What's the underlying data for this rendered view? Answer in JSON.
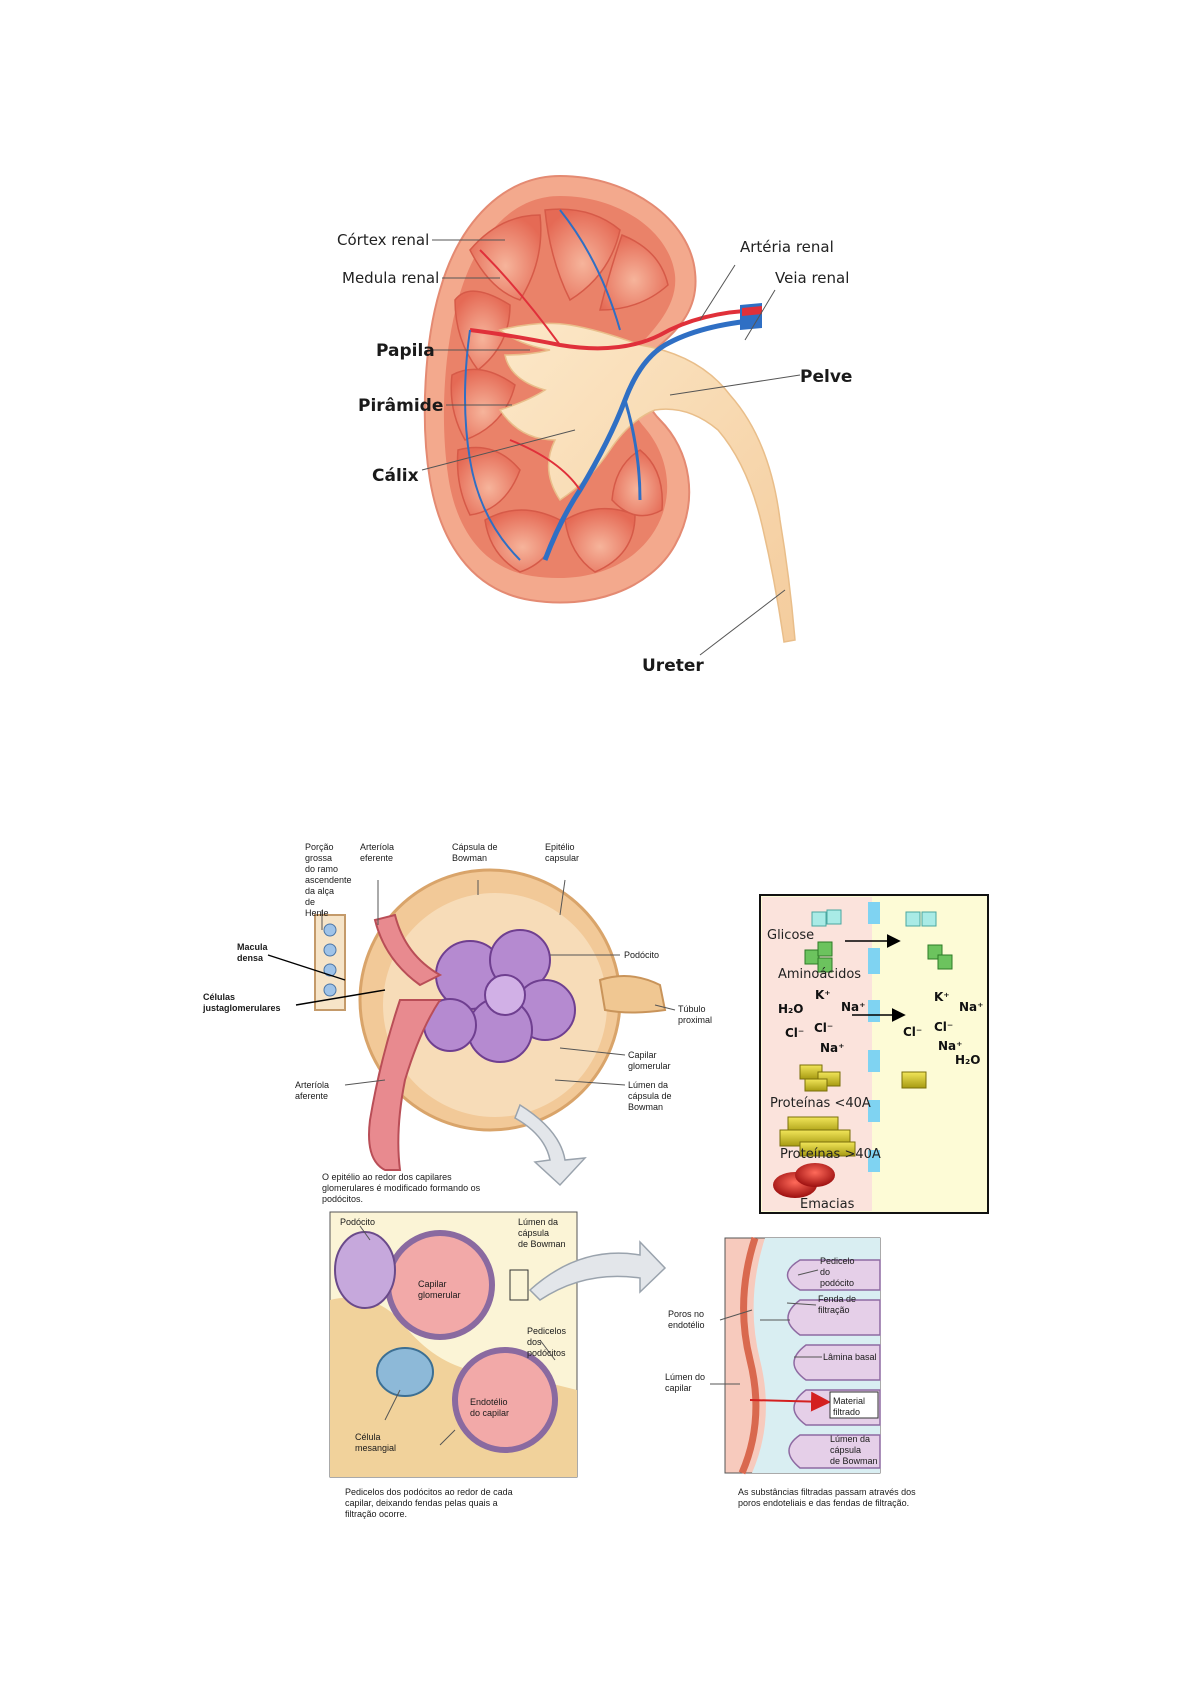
{
  "kidney": {
    "labels": {
      "cortex": "Córtex renal",
      "medulla": "Medula renal",
      "papilla": "Papila",
      "pyramid": "Pirâmide",
      "calyx": "Cálix",
      "artery": "Artéria renal",
      "vein": "Veia renal",
      "pelvis": "Pelve",
      "ureter": "Ureter"
    },
    "colors": {
      "cortex": "#f2a487",
      "medulla": "#ea7a62",
      "pelvis": "#f9dcb4",
      "artery": "#e0303a",
      "vein": "#2f6fc4"
    }
  },
  "glomerulus": {
    "labels": {
      "thick_limb": "Porção grossa do ramo ascendente da alça de Henle",
      "efferent": "Arteríola eferente",
      "bowman_capsule": "Cápsula de Bowman",
      "capsular_epithelium": "Epitélio capsular",
      "macula_densa": "Macula densa",
      "juxtaglomerular": "Células justaglomerulares",
      "podocyte": "Podócito",
      "proximal_tubule": "Túbulo proximal",
      "glomerular_capillary": "Capilar glomerular",
      "bowman_lumen": "Lúmen da cápsula de Bowman",
      "afferent": "Arteríola aferente"
    },
    "caption": "O epitélio ao redor dos capilares glomerulares é modificado formando os podócitos."
  },
  "filtration_box": {
    "glucose": "Glicose",
    "amino_acids": "Aminoácidos",
    "ions_left": [
      "K⁺",
      "Na⁺",
      "H₂O",
      "Cl⁻",
      "Cl⁻",
      "Na⁺"
    ],
    "ions_right": [
      "K⁺",
      "Na⁺",
      "Cl⁻",
      "Cl⁻",
      "Na⁺",
      "H₂O"
    ],
    "proteins_small": "Proteínas <40A",
    "proteins_large": "Proteínas >40A",
    "red_cells": "Emacias",
    "colors": {
      "left": "#fbe3dc",
      "right": "#fdfbd6",
      "membrane": "#7fd3f2"
    }
  },
  "podocyte_detail": {
    "labels": {
      "podocyte": "Podócito",
      "bowman_lumen": "Lúmen da cápsula de Bowman",
      "capillary": "Capilar glomerular",
      "pedicels": "Pedicelos dos podócitos",
      "endothelium": "Endotélio do capilar",
      "mesangial": "Célula mesangial"
    },
    "caption": "Pedicelos dos podócitos ao redor de cada capilar, deixando fendas pelas quais a filtração ocorre."
  },
  "membrane_detail": {
    "labels": {
      "pedicel": "Pedicelo do podócito",
      "slit": "Fenda de filtração",
      "pores": "Poros no endotélio",
      "basal": "Lâmina basal",
      "capillary_lumen": "Lúmen do capilar",
      "filtered": "Material filtrado",
      "bowman_lumen": "Lúmen da cápsula de Bowman"
    },
    "caption": "As substâncias filtradas passam através dos poros endoteliais e das fendas de filtração."
  }
}
